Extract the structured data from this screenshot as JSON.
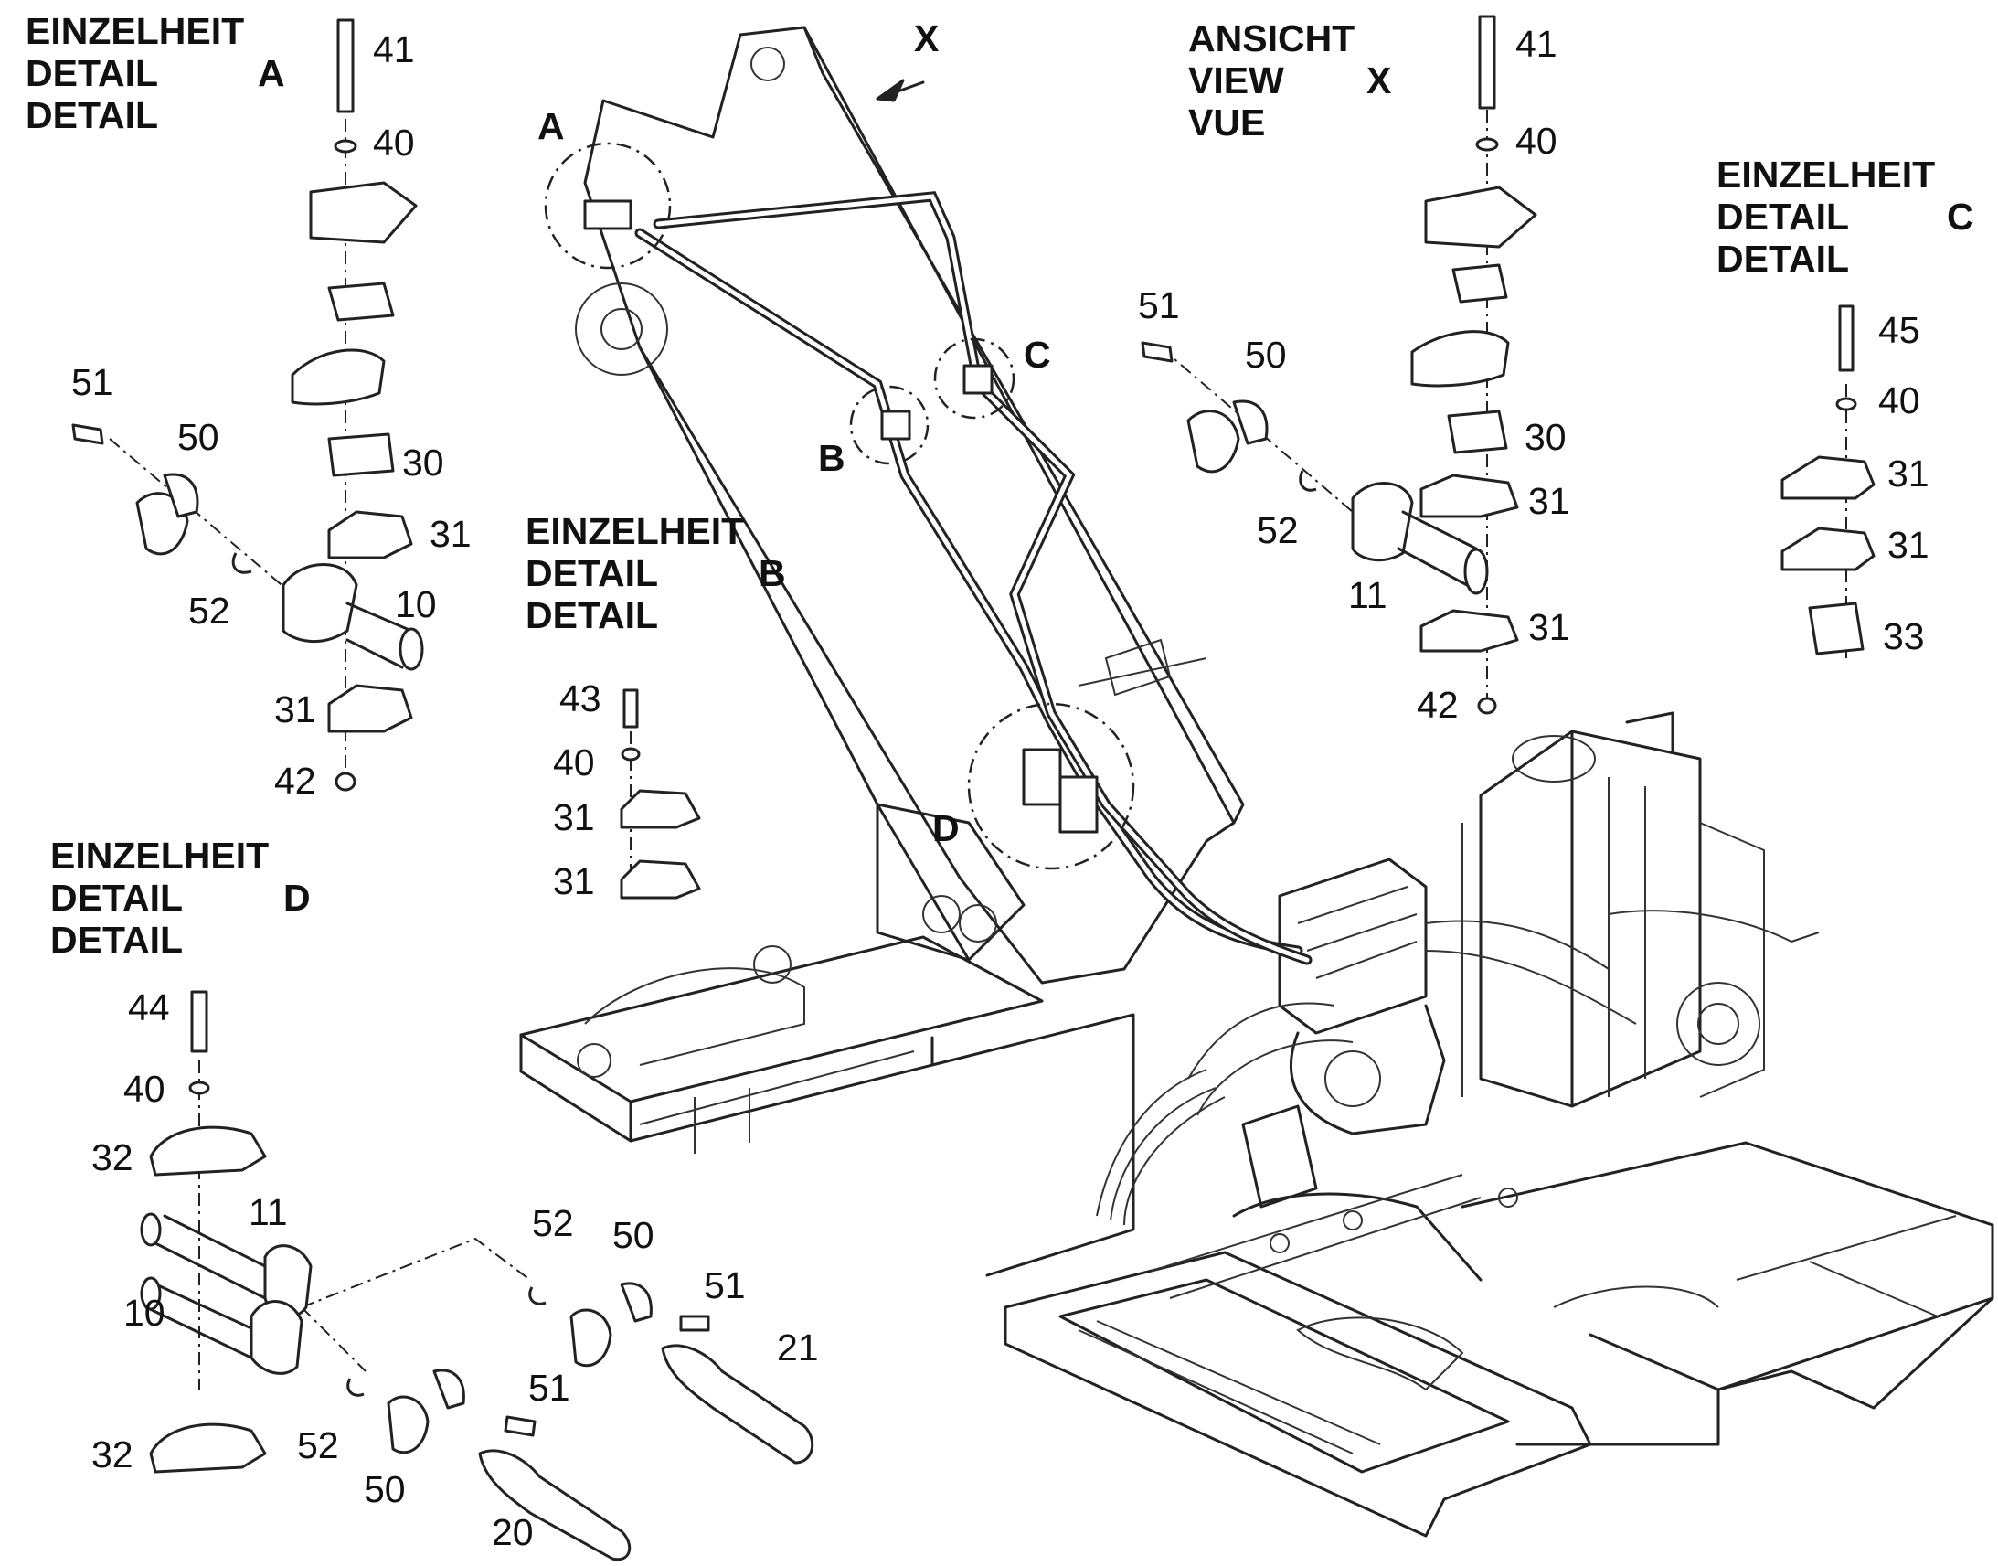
{
  "headings": {
    "detail_a": {
      "line1": "EINZELHEIT",
      "line2": "DETAIL",
      "line3": "DETAIL",
      "letter": "A"
    },
    "detail_b": {
      "line1": "EINZELHEIT",
      "line2": "DETAIL",
      "line3": "DETAIL",
      "letter": "B"
    },
    "detail_c": {
      "line1": "EINZELHEIT",
      "line2": "DETAIL",
      "line3": "DETAIL",
      "letter": "C"
    },
    "detail_d": {
      "line1": "EINZELHEIT",
      "line2": "DETAIL",
      "line3": "DETAIL",
      "letter": "D"
    },
    "view_x": {
      "line1": "ANSICHT",
      "line2": "VIEW",
      "line3": "VUE",
      "letter": "X"
    }
  },
  "callouts": {
    "a": "A",
    "b": "B",
    "c": "C",
    "d": "D",
    "x": "X"
  },
  "detail_a_parts": [
    "41",
    "40",
    "30",
    "31",
    "10",
    "31",
    "42",
    "51",
    "50",
    "52"
  ],
  "view_x_parts": [
    "41",
    "40",
    "30",
    "31",
    "31",
    "42",
    "51",
    "50",
    "52",
    "11"
  ],
  "detail_c_parts": [
    "45",
    "40",
    "31",
    "31",
    "33"
  ],
  "detail_b_parts": [
    "43",
    "40",
    "31",
    "31"
  ],
  "detail_d_parts": [
    "44",
    "40",
    "32",
    "11",
    "10",
    "32",
    "52",
    "50",
    "51",
    "21",
    "52",
    "50",
    "51",
    "20"
  ]
}
